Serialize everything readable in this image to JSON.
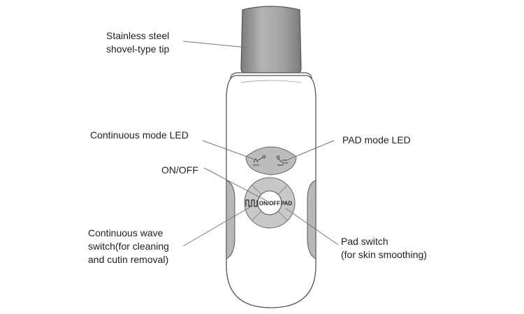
{
  "labels": {
    "tip": [
      "Stainless steel",
      "shovel-type tip"
    ],
    "continuous_led": "Continuous mode LED",
    "pad_led": "PAD mode LED",
    "on_off": "ON/OFF",
    "continuous_switch": [
      "Continuous wave",
      "switch(for cleaning",
      "and cutin removal)"
    ],
    "pad_switch": [
      "Pad switch",
      "(for skin smoothing)"
    ]
  },
  "buttons": {
    "center": "ON/OFF",
    "right": "PAD"
  },
  "colors": {
    "tip": "#9a9a9a",
    "body_outline": "#555555",
    "panel": "#bcbcbc",
    "button_ring": "#c8c8c8",
    "leader": "#777777"
  }
}
